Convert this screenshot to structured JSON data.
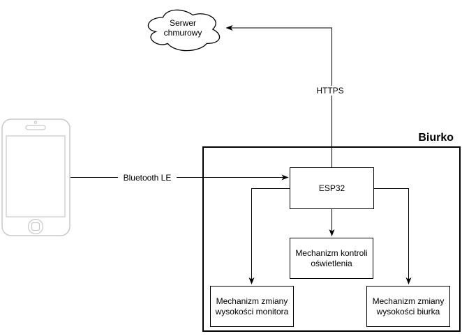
{
  "diagram": {
    "container_title": "Biurko",
    "cloud_label": "Serwer chmurowy",
    "nodes": {
      "esp32": "ESP32",
      "light_control": "Mechanizm kontroli oświetlenia",
      "monitor_height": "Mechanizm zmiany wysokości monitora",
      "desk_height": "Mechanizm zmiany wysokości biurka"
    },
    "edges": {
      "https": "HTTPS",
      "bluetooth": "Bluetooth LE"
    },
    "colors": {
      "line": "#000000",
      "node_border": "#000000",
      "node_fill": "#ffffff",
      "phone_stroke": "#c9c9c9",
      "background": "#ffffff"
    }
  }
}
